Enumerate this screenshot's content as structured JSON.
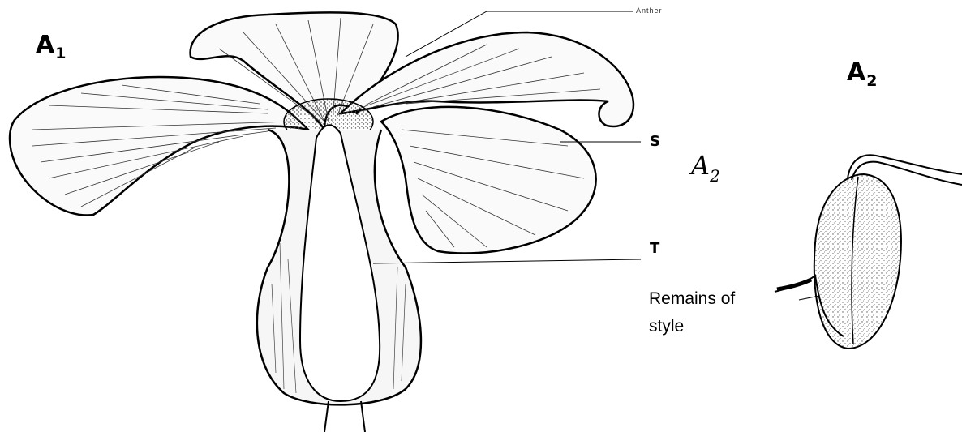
{
  "labels": {
    "a1_main": "A",
    "a1_sub": "1",
    "a2_main": "A",
    "a2_sub": "2",
    "anther": "Anther",
    "s": "S",
    "t": "T",
    "remains_line1": "Remains of",
    "remains_line2": "style",
    "hand_main": "A",
    "hand_sub": "2"
  },
  "colors": {
    "ink": "#000000",
    "background": "#ffffff",
    "stipple": "#555555"
  }
}
